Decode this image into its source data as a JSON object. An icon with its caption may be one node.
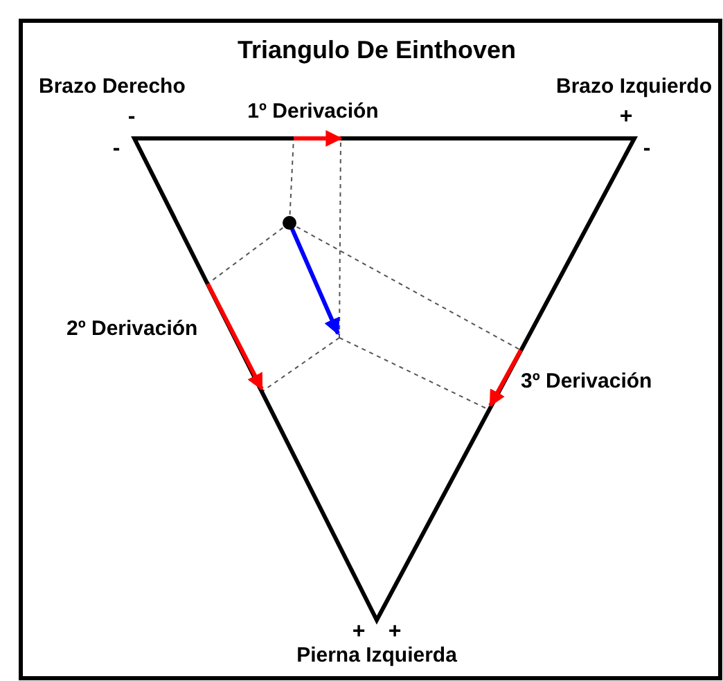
{
  "diagram": {
    "title": "Triangulo De Einthoven",
    "labels": [
      "Brazo Derecho",
      "Brazo Izquierdo",
      "1º Derivación",
      "-",
      "+",
      "-",
      "-",
      "2º Derivación",
      "3º Derivación",
      "+",
      "+",
      "Pierna Izquierda"
    ]
  }
}
